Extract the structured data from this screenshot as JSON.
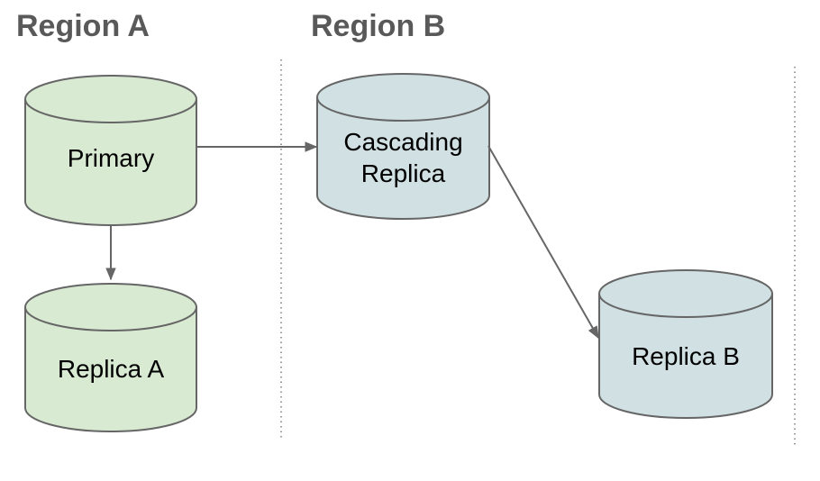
{
  "diagram": {
    "regions": [
      {
        "id": "region-a",
        "label": "Region A"
      },
      {
        "id": "region-b",
        "label": "Region B"
      }
    ],
    "nodes": [
      {
        "id": "primary",
        "label": "Primary",
        "type": "database-cylinder",
        "region": "Region A",
        "fill": "#d9ead3"
      },
      {
        "id": "replica-a",
        "label": "Replica A",
        "type": "database-cylinder",
        "region": "Region A",
        "fill": "#d9ead3"
      },
      {
        "id": "cascading-replica",
        "label": "Cascading Replica",
        "lines": [
          "Cascading",
          "Replica"
        ],
        "type": "database-cylinder",
        "region": "Region B",
        "fill": "#d0e0e3"
      },
      {
        "id": "replica-b",
        "label": "Replica B",
        "type": "database-cylinder",
        "region": "Region B",
        "fill": "#d0e0e3"
      }
    ],
    "edges": [
      {
        "from": "primary",
        "to": "cascading-replica",
        "style": "arrow"
      },
      {
        "from": "primary",
        "to": "replica-a",
        "style": "arrow"
      },
      {
        "from": "cascading-replica",
        "to": "replica-b",
        "style": "arrow"
      }
    ],
    "colors": {
      "green_fill": "#d9ead3",
      "blue_fill": "#d0e0e3",
      "outline": "#666666",
      "arrow": "#666666",
      "heading": "#595959",
      "divider": "#7a7a7a",
      "background": "#ffffff"
    }
  }
}
